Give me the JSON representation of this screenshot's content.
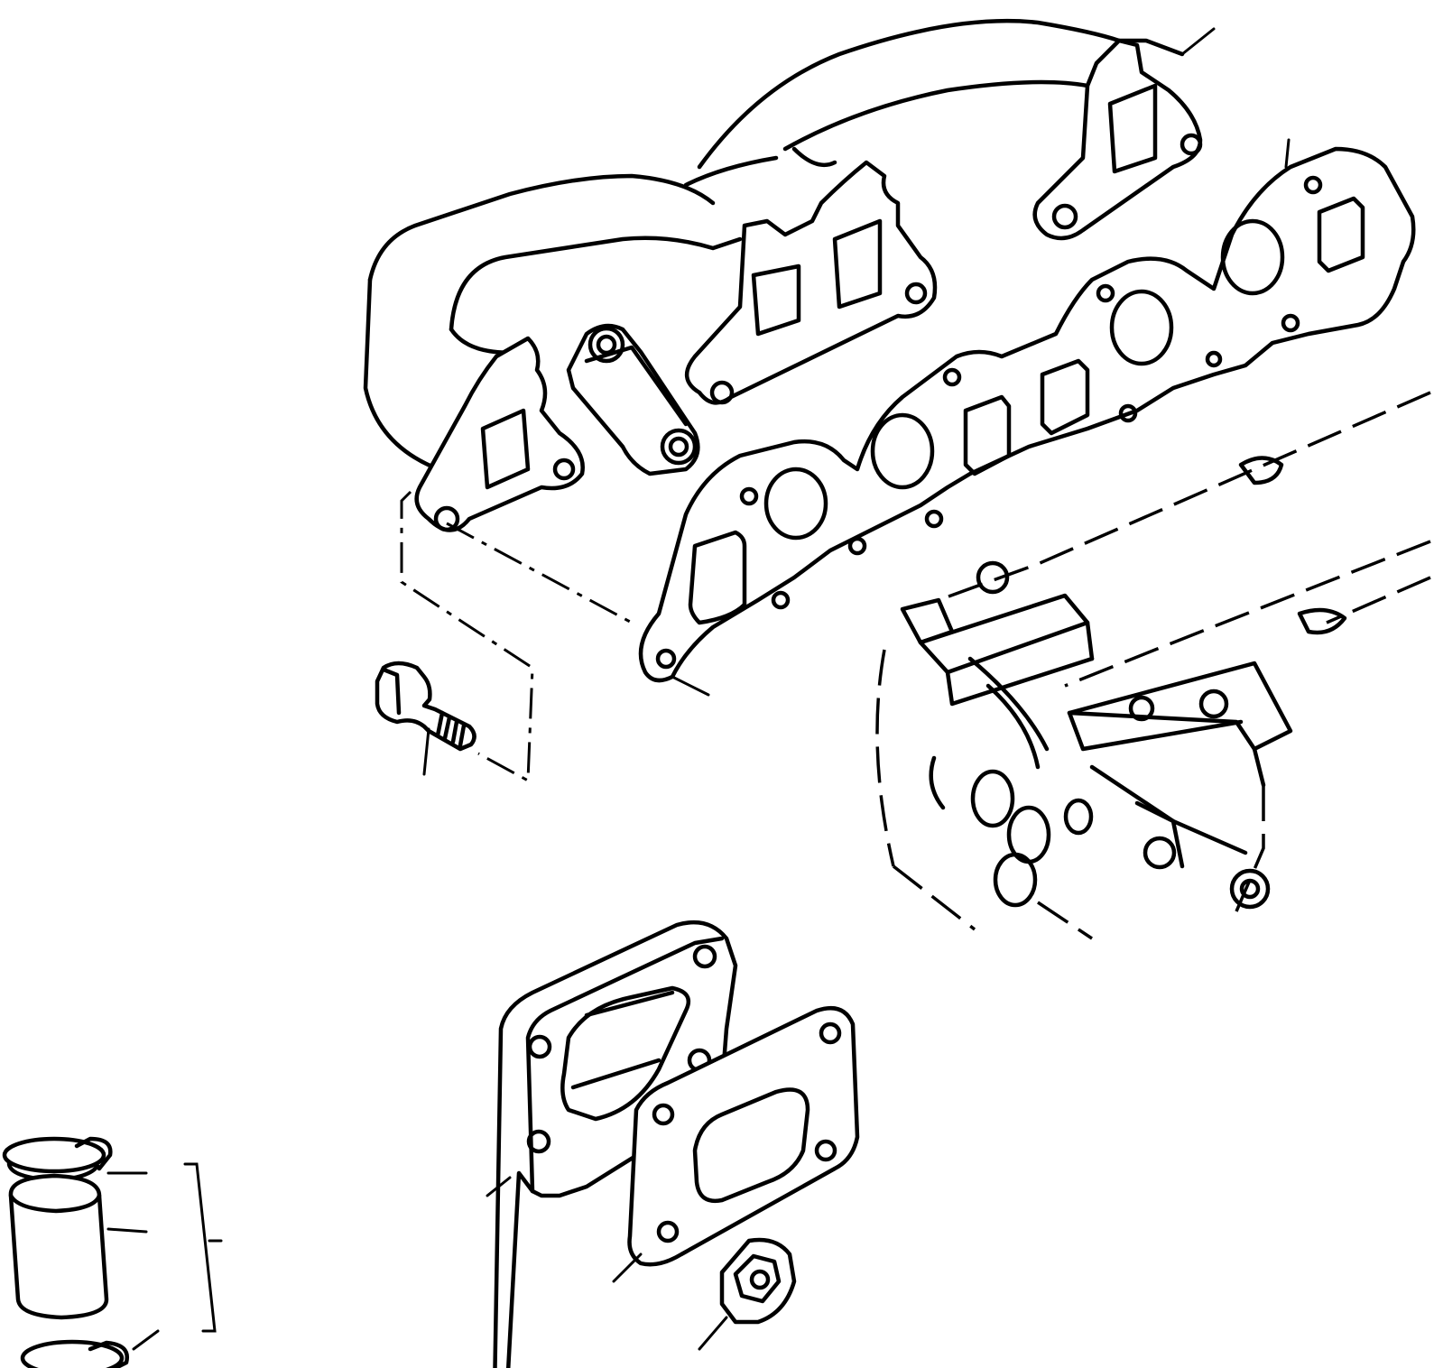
{
  "diagram": {
    "parts": [
      {
        "name": "exhaust-manifold"
      },
      {
        "name": "manifold-gasket"
      },
      {
        "name": "cylinder-head"
      },
      {
        "name": "manifold-bolt"
      },
      {
        "name": "outlet-flange"
      },
      {
        "name": "flange-gasket"
      },
      {
        "name": "flange-nut"
      },
      {
        "name": "hose-assembly"
      }
    ],
    "colors": {
      "line": "#000000",
      "background": "#ffffff"
    }
  }
}
